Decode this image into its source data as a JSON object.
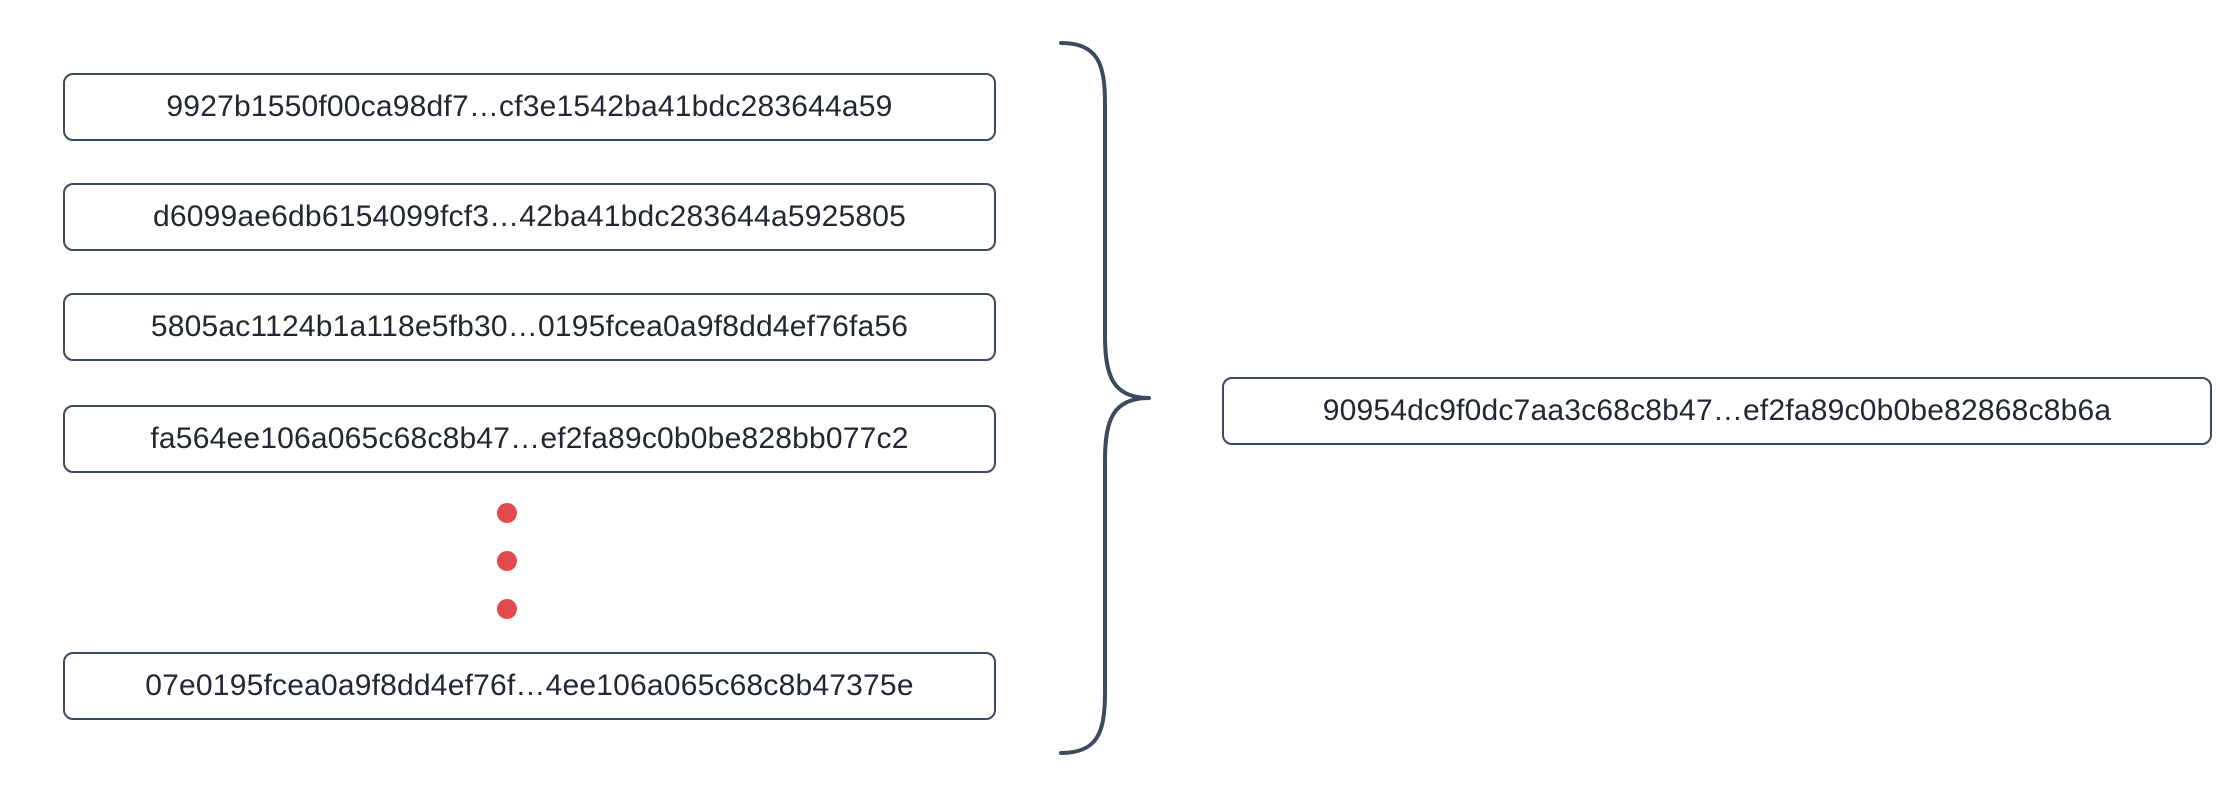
{
  "colors": {
    "border": "#3b4a5e",
    "text": "#212833",
    "dot": "#e14b4b",
    "background": "#ffffff"
  },
  "diagram": {
    "description": "List of input hashes combined via brace into one output hash",
    "inputs": [
      "9927b1550f00ca98df7…cf3e1542ba41bdc283644a59",
      "d6099ae6db6154099fcf3…42ba41bdc283644a5925805",
      "5805ac1124b1a118e5fb30…0195fcea0a9f8dd4ef76fa56",
      "fa564ee106a065c68c8b47…ef2fa89c0b0be828bb077c2",
      "07e0195fcea0a9f8dd4ef76f…4ee106a065c68c8b47375e"
    ],
    "output": "90954dc9f0dc7aa3c68c8b47…ef2fa89c0b0be82868c8b6a"
  }
}
